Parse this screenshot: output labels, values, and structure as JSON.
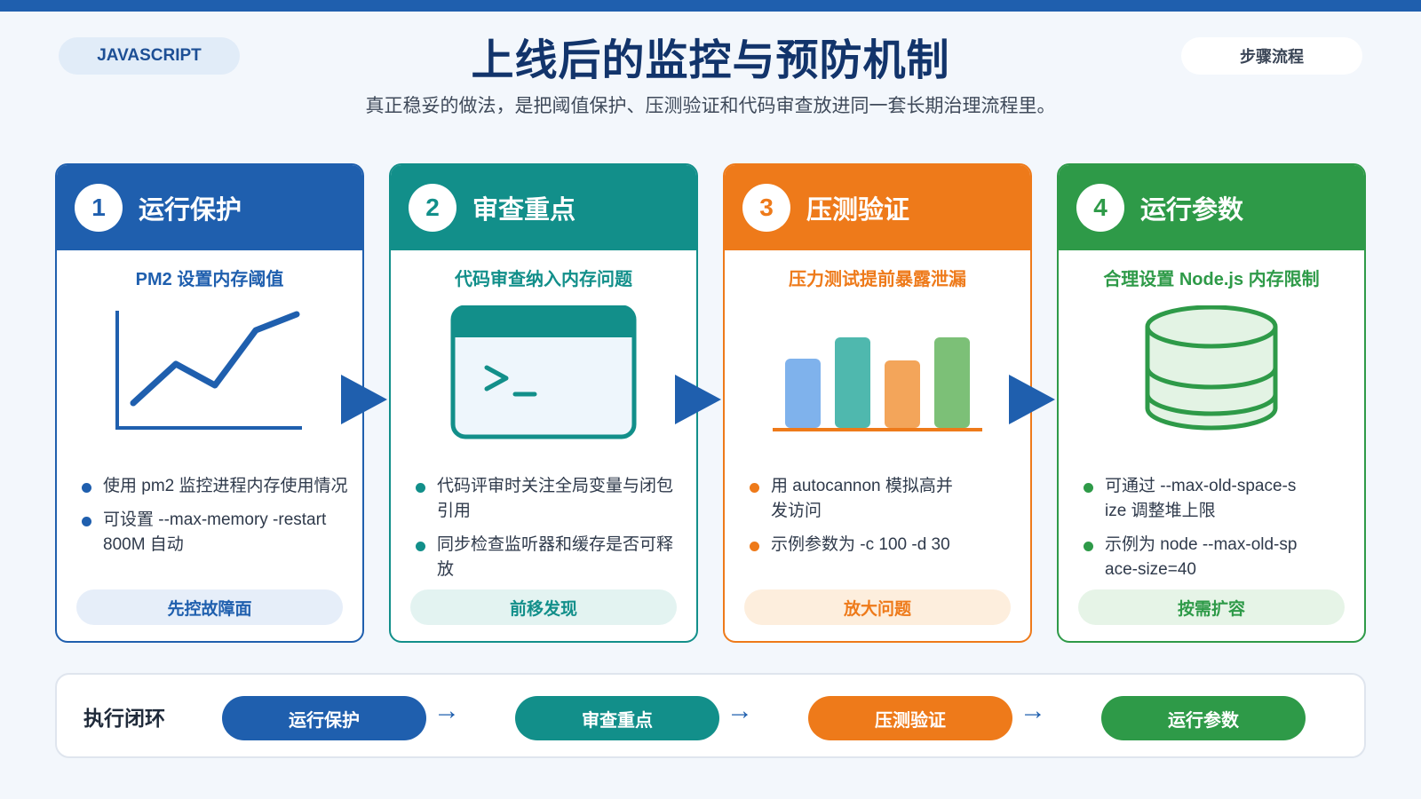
{
  "header": {
    "tag": "JAVASCRIPT",
    "title": "上线后的监控与预防机制",
    "subtitle": "真正稳妥的做法，是把阈值保护、压测验证和代码审查放进同一套长期治理流程里。",
    "badge": "步骤流程"
  },
  "colors": {
    "blue": "#1f5fae",
    "teal": "#128f8a",
    "orange": "#ee7a1a",
    "green": "#2e9a48"
  },
  "steps": [
    {
      "num": "1",
      "title": "运行保护",
      "subtitle": "PM2 设置内存阈值",
      "icon": "line-chart-icon",
      "bullets": [
        "使用 pm2 监控进程内存使用情况",
        "可设置 --max-memory -restart 800M 自动"
      ],
      "pill": "先控故障面"
    },
    {
      "num": "2",
      "title": "审查重点",
      "subtitle": "代码审查纳入内存问题",
      "icon": "terminal-window-icon",
      "bullets": [
        "代码评审时关注全局变量与闭包引用",
        "同步检查监听器和缓存是否可释放"
      ],
      "pill": "前移发现"
    },
    {
      "num": "3",
      "title": "压测验证",
      "subtitle": "压力测试提前暴露泄漏",
      "icon": "bar-chart-icon",
      "bullets": [
        "用 autocannon 模拟高并发访问",
        "示例参数为 -c 100 -d 30"
      ],
      "pill": "放大问题"
    },
    {
      "num": "4",
      "title": "运行参数",
      "subtitle": "合理设置 Node.js 内存限制",
      "icon": "database-icon",
      "bullets": [
        "可通过 --max-old-space-size 调整堆上限",
        "示例为 node --max-old-space-size=40"
      ],
      "pill": "按需扩容"
    }
  ],
  "loop": {
    "label": "执行闭环",
    "items": [
      "运行保护",
      "审查重点",
      "压测验证",
      "运行参数"
    ],
    "arrow": "→"
  }
}
